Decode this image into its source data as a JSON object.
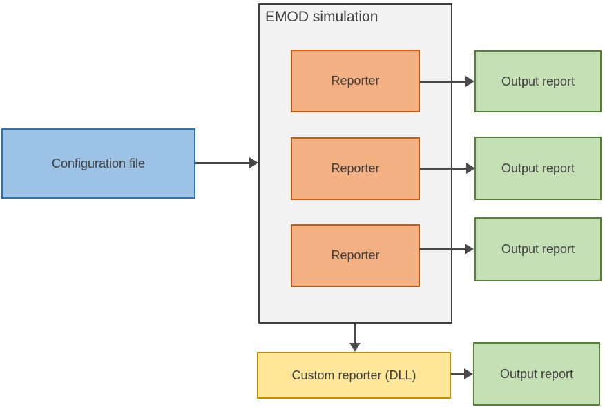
{
  "diagram": {
    "title": "EMOD simulation",
    "nodes": {
      "config": {
        "label": "Configuration file",
        "fill": "#9CC2E5",
        "border": "#2E74B5"
      },
      "reporters": [
        {
          "label": "Reporter"
        },
        {
          "label": "Reporter"
        },
        {
          "label": "Reporter"
        }
      ],
      "reporter_style": {
        "fill": "#F4B183",
        "border": "#C55A11"
      },
      "outputs": [
        {
          "label": "Output report"
        },
        {
          "label": "Output report"
        },
        {
          "label": "Output report"
        },
        {
          "label": "Output report"
        }
      ],
      "output_style": {
        "fill": "#C5E0B4",
        "border": "#538135"
      },
      "custom_reporter": {
        "label": "Custom reporter (DLL)",
        "fill": "#FFE699",
        "border": "#BF9000"
      },
      "simulation_container": {
        "fill": "#F2F2F2",
        "border": "#3F3F3F"
      }
    },
    "edges": [
      {
        "from": "config",
        "to": "simulation-container"
      },
      {
        "from": "reporter-1",
        "to": "output-report-1"
      },
      {
        "from": "reporter-2",
        "to": "output-report-2"
      },
      {
        "from": "reporter-3",
        "to": "output-report-3"
      },
      {
        "from": "simulation-container",
        "to": "custom-reporter"
      },
      {
        "from": "custom-reporter",
        "to": "output-report-4"
      }
    ],
    "colors": {
      "arrow": "#4A4A4A",
      "text": "#3F3F3F",
      "background": "#FFFFFF"
    }
  }
}
